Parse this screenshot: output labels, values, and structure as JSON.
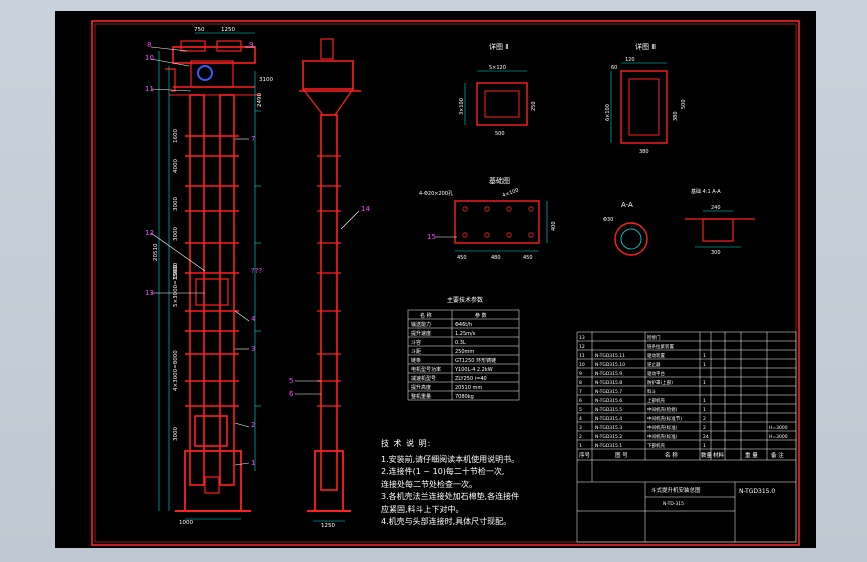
{
  "colors": {
    "background": "#000000",
    "frame": "#ff2a2a",
    "machine": "#ff2020",
    "detail_blue": "#3a5cff",
    "dim": "#00e0e0",
    "callout": "#ff40ff",
    "text": "#ffffff",
    "table_line": "#ffffff"
  },
  "elevator_main": {
    "callouts": [
      "8",
      "10",
      "11",
      "9",
      "7",
      "12",
      "13",
      "4",
      "3",
      "2",
      "1",
      "???"
    ],
    "dims_top": [
      "750",
      "1250"
    ],
    "dims_side": [
      "3100",
      "2490",
      "1600",
      "3000",
      "5×3000=15000",
      "3000",
      "4×3000=8000",
      "3000",
      "4000"
    ],
    "dim_left": "20510",
    "dim_bottom": "1000",
    "dim_right_small": "1960"
  },
  "elevator_side": {
    "callouts": [
      "14",
      "5",
      "6"
    ],
    "dim_bottom": "1250"
  },
  "detail_1": {
    "title": "详图 Ⅱ",
    "dims": [
      "5×120",
      "3×100",
      "500",
      "250"
    ]
  },
  "detail_2": {
    "title": "详图 Ⅲ",
    "dims": [
      "120",
      "6×100",
      "380",
      "380",
      "60",
      "500"
    ]
  },
  "detail_3": {
    "title": "基础图",
    "callout": "15",
    "label": "4-Φ20×200孔",
    "dims": [
      "450",
      "480",
      "450",
      "400",
      "4×100"
    ]
  },
  "detail_4": {
    "title": "A-A",
    "dims": [
      "Φ30"
    ]
  },
  "detail_5": {
    "title": "基础 4:1 A-A",
    "dims": [
      "240",
      "300"
    ]
  },
  "params": {
    "title": "主要技术参数",
    "headers": [
      "名 称",
      "参 数"
    ],
    "rows": [
      [
        "输送能力",
        "Φ46t/h"
      ],
      [
        "提升速度",
        "1.25m/s"
      ],
      [
        "斗容",
        "0.3L"
      ],
      [
        "斗距",
        "250mm"
      ],
      [
        "链条",
        "GT1250 环形铸链"
      ],
      [
        "电机型号功率",
        "Y100L-4 2.2kW"
      ],
      [
        "减速机型号",
        "ZLY250 i=40"
      ],
      [
        "提升高度",
        "20510 mm"
      ],
      [
        "整机重量",
        "7080kg"
      ]
    ]
  },
  "notes": {
    "title": "技 术 说 明:",
    "lines": [
      "1.安装前,请仔细阅读本机使用说明书。",
      "2.连接件(1 ~ 10)每二十节检一次,",
      "   连接处每二节处检查一次。",
      "3.各机壳法兰连接处加石棉垫,各连接件",
      "   应紧固,料斗上下对中。",
      "4.机壳与头部连接时,具体尺寸现配。"
    ]
  },
  "bom": {
    "rows": [
      [
        "13",
        "",
        "检修门",
        "",
        "",
        "",
        "",
        ""
      ],
      [
        "12",
        "",
        "链条拉紧装置",
        "",
        "",
        "",
        "",
        ""
      ],
      [
        "11",
        "N-TGD315.11",
        "驱动装置",
        "1",
        "",
        "",
        "",
        ""
      ],
      [
        "10",
        "N-TGD315.10",
        "逆止器",
        "1",
        "",
        "",
        "",
        ""
      ],
      [
        "9",
        "N-TGD315.9",
        "驱动平台",
        "",
        "",
        "",
        "",
        ""
      ],
      [
        "8",
        "N-TGD315.8",
        "防护罩(上部)",
        "1",
        "",
        "",
        "",
        ""
      ],
      [
        "7",
        "N-TGD315.7",
        "料斗",
        "",
        "",
        "",
        "",
        ""
      ],
      [
        "6",
        "N-TGD315.6",
        "上部机壳",
        "1",
        "",
        "",
        "",
        ""
      ],
      [
        "5",
        "N-TGD315.5",
        "中间机壳(检修)",
        "1",
        "",
        "",
        "",
        ""
      ],
      [
        "4",
        "N-TGD315.4",
        "中间机壳(标准节)",
        "2",
        "",
        "",
        "",
        ""
      ],
      [
        "3",
        "N-TGD315.3",
        "中间机壳(标准)",
        "2",
        "",
        "",
        "H=3000",
        ""
      ],
      [
        "2",
        "N-TGD315.2",
        "中间机壳(标准)",
        "24",
        "",
        "",
        "H=3000",
        ""
      ],
      [
        "1",
        "N-TGD315.1",
        "下部机壳",
        "1",
        "",
        "",
        "",
        ""
      ]
    ],
    "header": [
      "序号",
      "图 号",
      "名 称",
      "数量",
      "材料",
      "重 量",
      "备 注"
    ],
    "title": "斗式提升机安装总图",
    "drawing_no": "N-TGD315.0",
    "sub_no": "N-TD-315"
  }
}
